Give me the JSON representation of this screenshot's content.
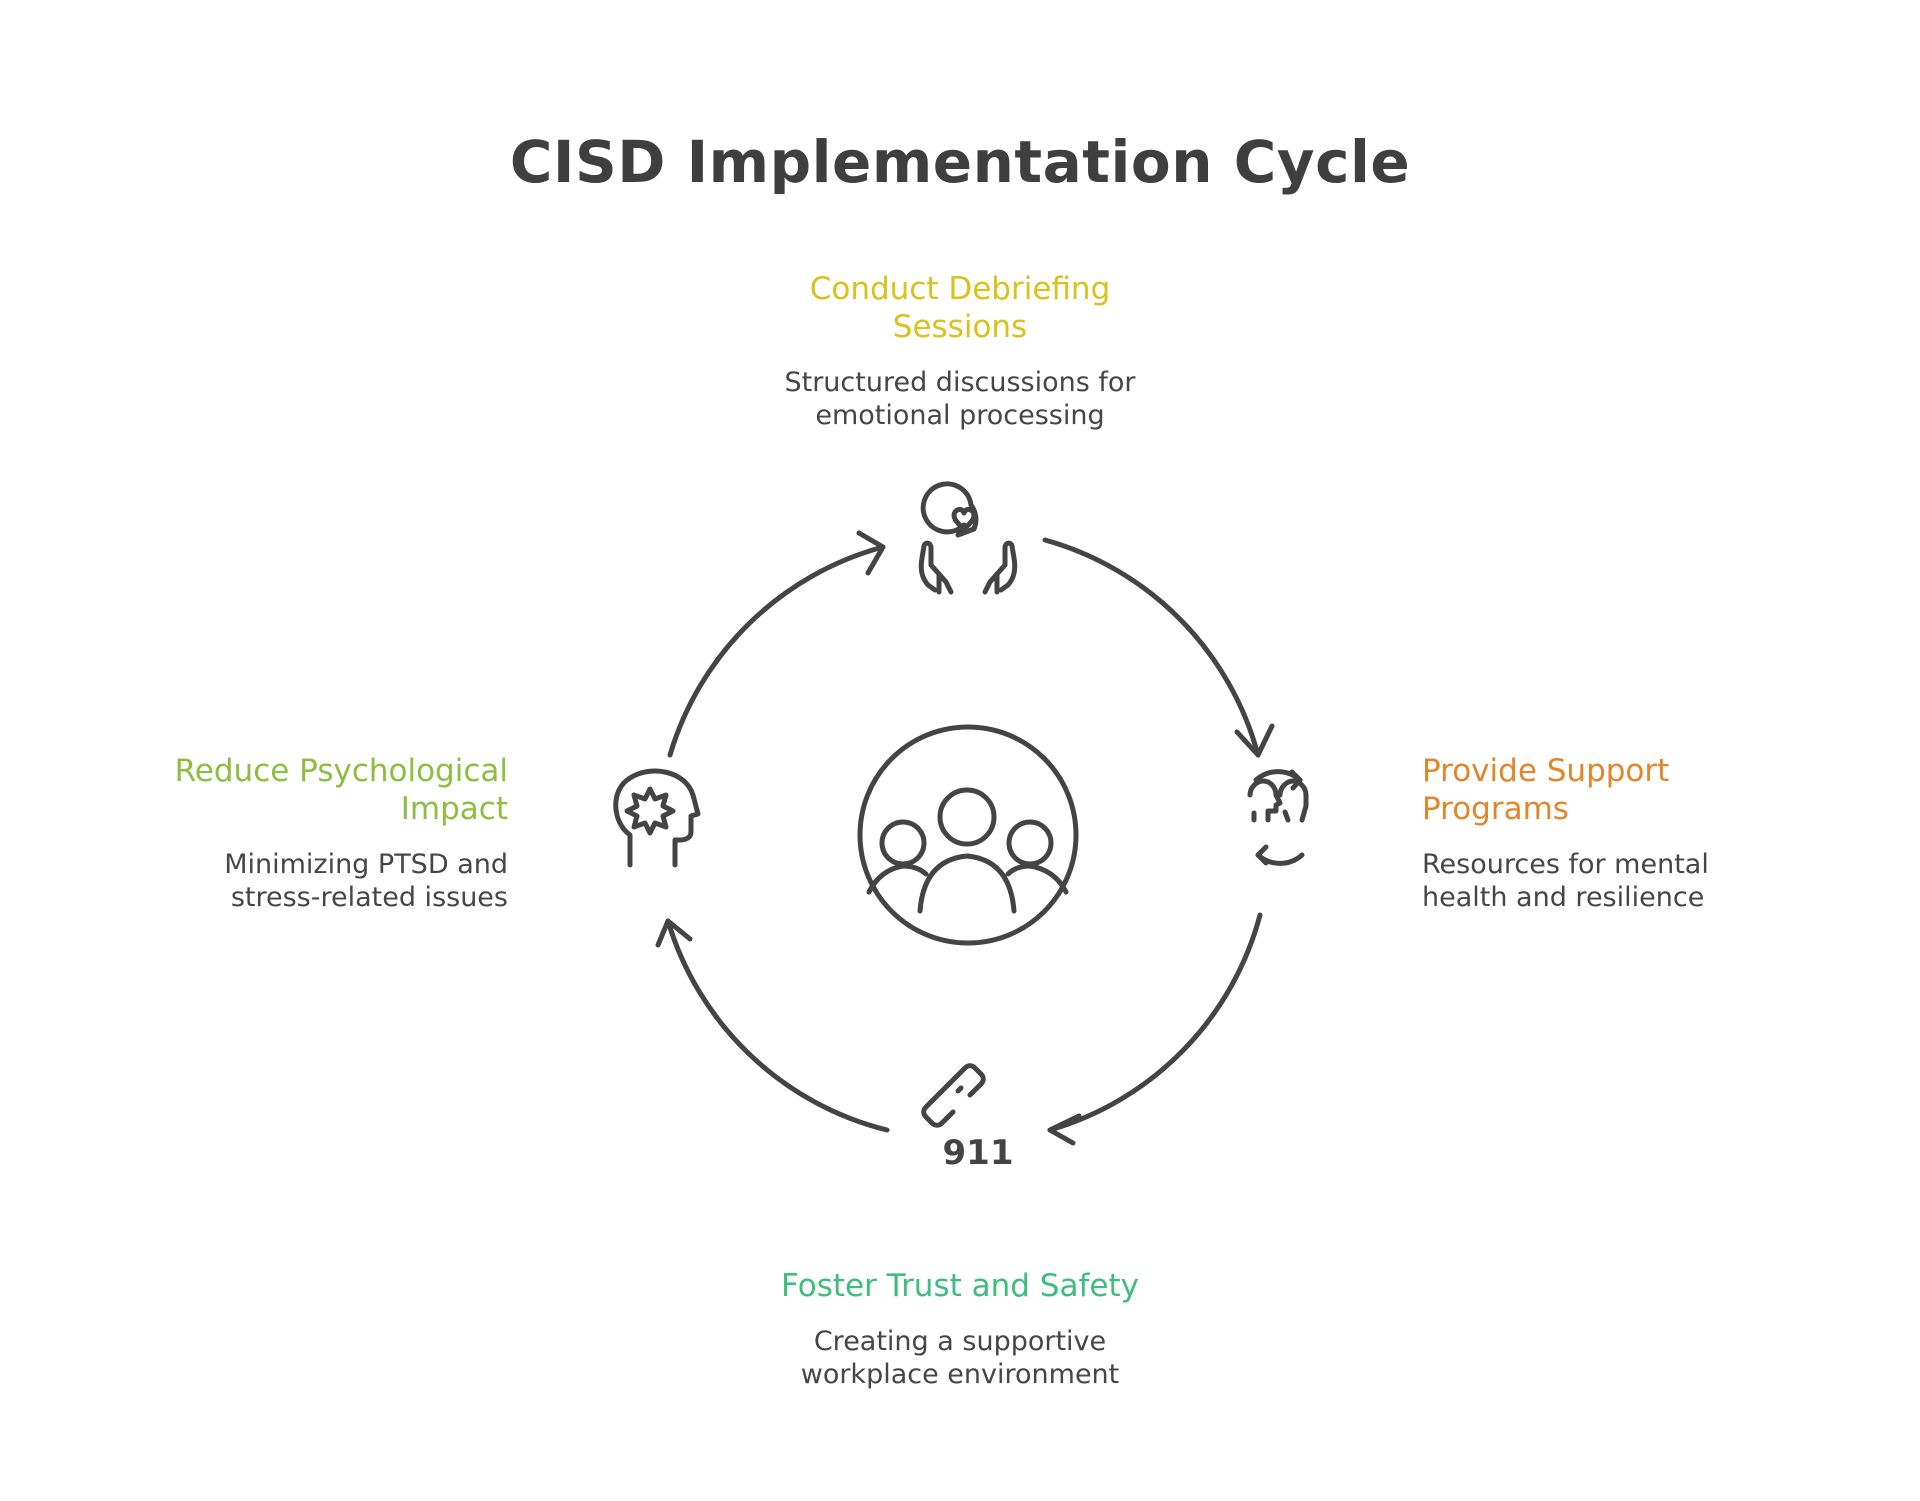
{
  "title": "CISD Implementation Cycle",
  "center": {
    "icon": "group-of-people-icon"
  },
  "stages": [
    {
      "id": "top",
      "heading_lines": [
        "Conduct Debriefing",
        "Sessions"
      ],
      "description_lines": [
        "Structured discussions for",
        "emotional processing"
      ],
      "color": "#d9c21b",
      "icon": "hands-with-heart-speech-bubble-icon"
    },
    {
      "id": "right",
      "heading_lines": [
        "Provide Support",
        "Programs"
      ],
      "description_lines": [
        "Resources for mental",
        "health and resilience"
      ],
      "color": "#e2862b",
      "icon": "two-heads-exchange-icon"
    },
    {
      "id": "bottom",
      "heading_lines": [
        "Foster Trust and Safety"
      ],
      "description_lines": [
        "Creating a supportive",
        "workplace environment"
      ],
      "color": "#3dbe7a",
      "icon": "phone-911-icon",
      "icon_text": "911"
    },
    {
      "id": "left",
      "heading_lines": [
        "Reduce Psychological",
        "Impact"
      ],
      "description_lines": [
        "Minimizing PTSD and",
        "stress-related issues"
      ],
      "color": "#8cbf3f",
      "icon": "head-with-stress-burst-icon"
    }
  ]
}
